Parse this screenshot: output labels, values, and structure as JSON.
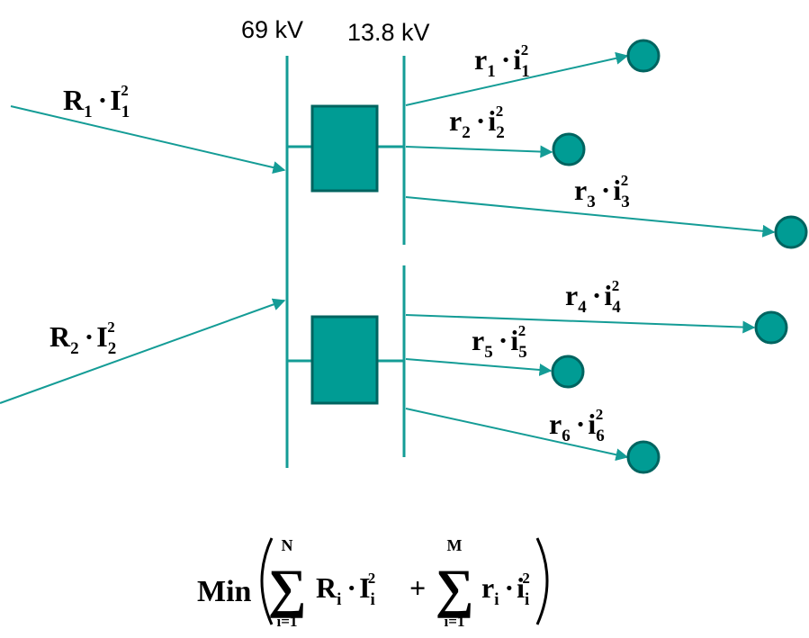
{
  "colors": {
    "line": "#149C96",
    "fill": "#009C94",
    "stroke": "#006460"
  },
  "buses": {
    "hv_label": "69 kV",
    "lv_label": "13.8 kV"
  },
  "feeders": [
    {
      "base": "R",
      "sub": "1",
      "cur": "I",
      "cur_sub": "1",
      "exp": "2"
    },
    {
      "base": "R",
      "sub": "2",
      "cur": "I",
      "cur_sub": "2",
      "exp": "2"
    }
  ],
  "branches": [
    {
      "base": "r",
      "sub": "1",
      "cur": "i",
      "cur_sub": "1",
      "exp": "2"
    },
    {
      "base": "r",
      "sub": "2",
      "cur": "i",
      "cur_sub": "2",
      "exp": "2"
    },
    {
      "base": "r",
      "sub": "3",
      "cur": "i",
      "cur_sub": "3",
      "exp": "2"
    },
    {
      "base": "r",
      "sub": "4",
      "cur": "i",
      "cur_sub": "4",
      "exp": "2"
    },
    {
      "base": "r",
      "sub": "5",
      "cur": "i",
      "cur_sub": "5",
      "exp": "2"
    },
    {
      "base": "r",
      "sub": "6",
      "cur": "i",
      "cur_sub": "6",
      "exp": "2"
    }
  ],
  "formula": {
    "func": "Min",
    "sum1": {
      "upper": "N",
      "lower": "i=1",
      "base": "R",
      "sub": "i",
      "cur": "I",
      "cur_sub": "i",
      "exp": "2"
    },
    "plus": "+",
    "sum2": {
      "upper": "M",
      "lower": "i=1",
      "base": "r",
      "sub": "i",
      "cur": "i",
      "cur_sub": "i",
      "exp": "2"
    }
  }
}
